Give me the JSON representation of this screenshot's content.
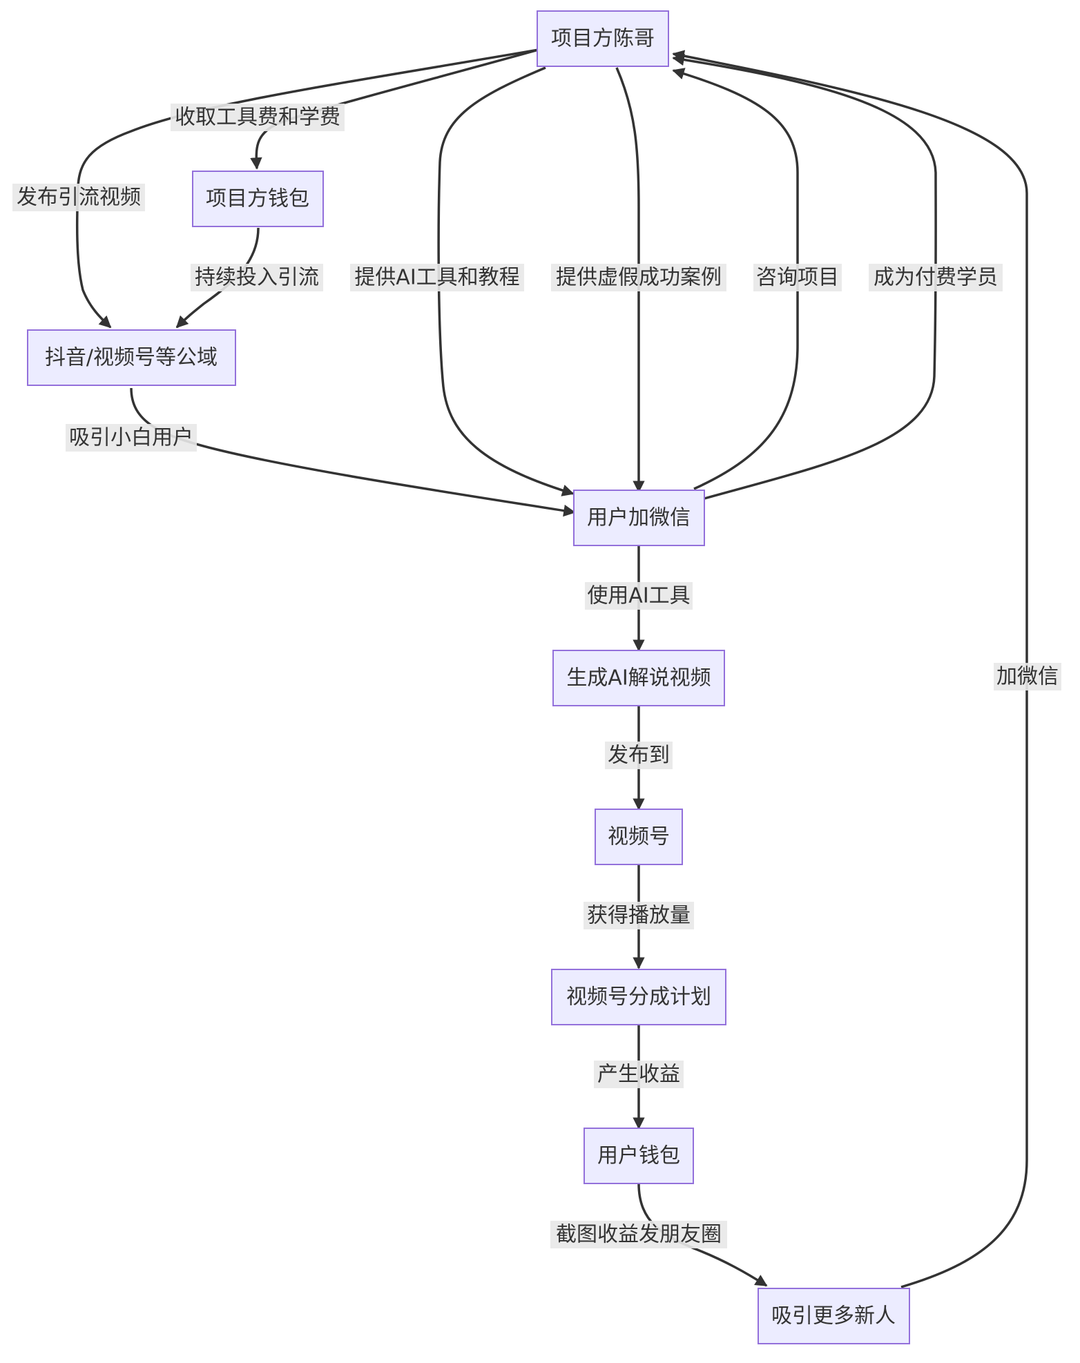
{
  "diagram": {
    "nodes": {
      "boss": "项目方陈哥",
      "boss_wallet": "项目方钱包",
      "public_domain": "抖音/视频号等公域",
      "add_wechat": "用户加微信",
      "gen_video": "生成AI解说视频",
      "channels": "视频号",
      "share_plan": "视频号分成计划",
      "user_wallet": "用户钱包",
      "more_people": "吸引更多新人"
    },
    "edges": {
      "collect_fees": "收取工具费和学费",
      "publish_traffic": "发布引流视频",
      "keep_investing": "持续投入引流",
      "attract_newbies": "吸引小白用户",
      "provide_tools": "提供AI工具和教程",
      "fake_cases": "提供虚假成功案例",
      "consult": "咨询项目",
      "become_student": "成为付费学员",
      "use_ai": "使用AI工具",
      "publish_to": "发布到",
      "get_views": "获得播放量",
      "earn": "产生收益",
      "screenshot_share": "截图收益发朋友圈",
      "add_wechat_back": "加微信"
    }
  }
}
